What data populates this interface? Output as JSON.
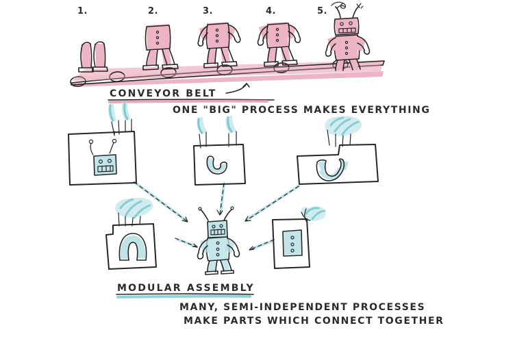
{
  "page": {
    "title": "Conveyor Belt vs Modular Assembly",
    "background_color": "#ffffff",
    "ink_color": "#262626"
  },
  "colors": {
    "pink": "#e9a7ba",
    "pink_dark": "#dd7f9b",
    "teal": "#b3dfe3",
    "teal_dark": "#6cc2ca",
    "ink": "#262626"
  },
  "top_section": {
    "name": "conveyor-belt-scene",
    "stage_labels": [
      "1.",
      "2.",
      "3.",
      "4.",
      "5."
    ],
    "stages": [
      {
        "number": "1.",
        "parts": "legs"
      },
      {
        "number": "2.",
        "parts": "legs + torso"
      },
      {
        "number": "3.",
        "parts": "legs + torso + one arm"
      },
      {
        "number": "4.",
        "parts": "legs + torso + two arms"
      },
      {
        "number": "5.",
        "parts": "legs + torso + arms + head"
      }
    ],
    "heading": "CONVEYOR BELT",
    "caption": "ONE \"BIG\" PROCESS MAKES EVERYTHING",
    "heading_underline_color": "#dd7f9b",
    "direction_arrow": "curved-arrow-up-right"
  },
  "bottom_section": {
    "name": "modular-assembly-scene",
    "heading": "MODULAR ASSEMBLY",
    "heading_underline_color": "#6cc2ca",
    "caption_line_1": "MANY, SEMI-INDEPENDENT PROCESSES",
    "caption_line_2": "MAKE PARTS WHICH CONNECT TOGETHER",
    "factories": [
      {
        "id": "factory-head",
        "part": "robot-head",
        "chimneys": 2,
        "position": "top-left"
      },
      {
        "id": "factory-arm-left",
        "part": "robot-arm",
        "chimneys": 2,
        "position": "top-center"
      },
      {
        "id": "factory-arm-right",
        "part": "robot-hands",
        "chimneys": 3,
        "position": "top-right"
      },
      {
        "id": "factory-legs",
        "part": "robot-legs",
        "chimneys": 3,
        "position": "bottom-left"
      },
      {
        "id": "factory-torso",
        "part": "robot-torso",
        "chimneys": 1,
        "position": "bottom-right"
      }
    ],
    "assembled_robot": {
      "id": "assembled-robot",
      "label": "modular robot",
      "color": "#b3dfe3"
    },
    "arrow_count": 5,
    "arrow_style": "dashed-teal"
  }
}
